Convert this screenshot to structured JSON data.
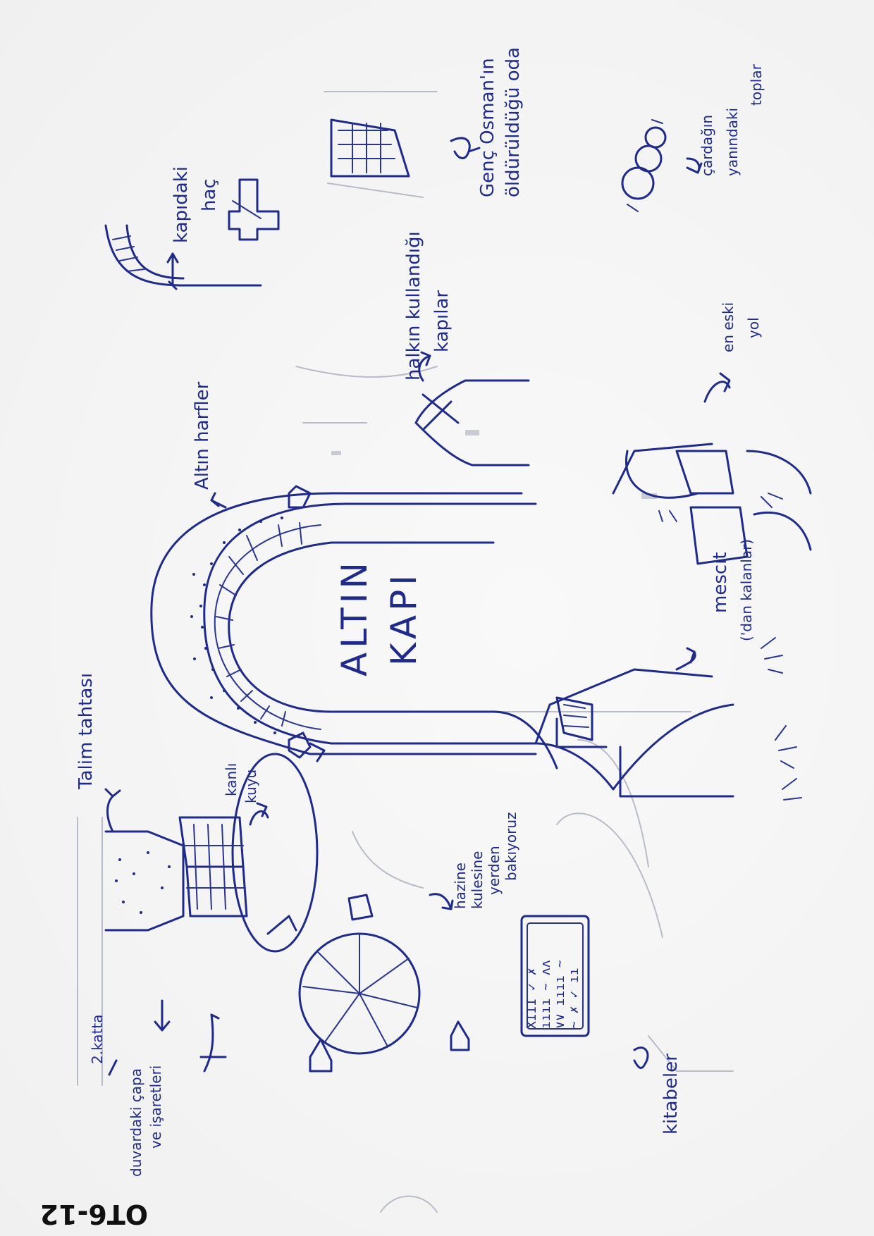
{
  "sheet_code": "OT6-12",
  "main_gate": {
    "line1": "ALTIN",
    "line2": "KAPI"
  },
  "labels": {
    "talim_tahtasi": "Talim tahtası",
    "kanli_kuyu_1": "kanlı",
    "kanli_kuyu_2": "kuyu",
    "altin_harfler": "Altın harfler",
    "kapidaki_hac_1": "kapıdaki",
    "kapidaki_hac_2": "haç",
    "genc_osman_1": "Genç Osman'ın",
    "genc_osman_2": "öldürüldüğü oda",
    "halkin_kapilar_1": "halkın kullandığı",
    "halkin_kapilar_2": "kapılar",
    "cardak_toplar_1": "çardağın",
    "cardak_toplar_2": "yanındaki",
    "cardak_toplar_3": "toplar",
    "en_eski_yol_1": "en eski",
    "en_eski_yol_2": "yol",
    "mescit_1": "mescit",
    "mescit_2": "('dan kalanlar)",
    "hazine_1": "hazine",
    "hazine_2": "kulesine",
    "hazine_3": "yerden",
    "hazine_4": "bakıyoruz",
    "kitabeler": "kitabeler",
    "duvar_capa_1": "duvardaki çapa",
    "duvar_capa_2": "ve işaretleri",
    "ikinci_kat": "2.katta"
  },
  "tablet_lines": [
    "XIII ✓ ✗",
    "ıııı ~ ʌʌ",
    "∨∨ ıııı ~",
    "~ ✗ ✓ ıı"
  ]
}
